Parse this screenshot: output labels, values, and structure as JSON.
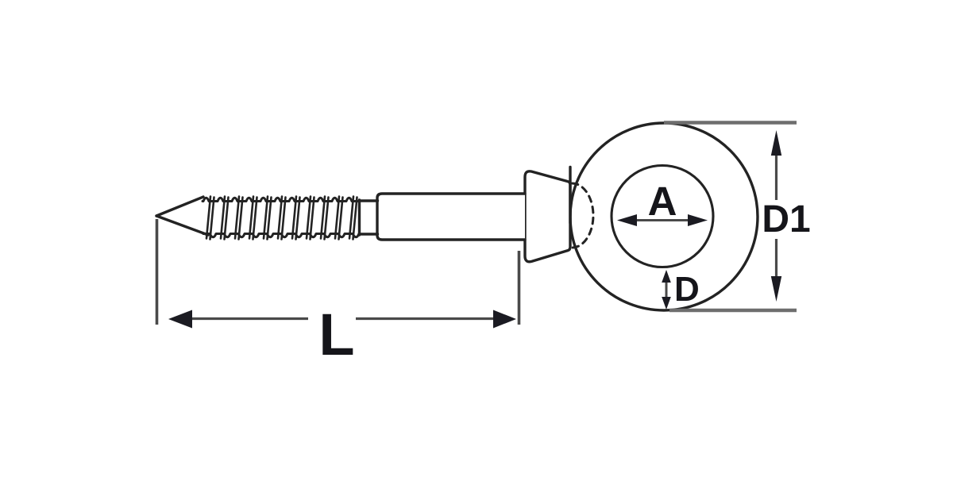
{
  "labels": {
    "eye_inner_diameter": "A",
    "ring_section_diameter": "D",
    "eye_outer_diameter": "D1",
    "overall_length": "L"
  },
  "colors": {
    "background": "#ffffff",
    "part_outline": "#232323",
    "part_fill": "#ffffff",
    "dimension_line": "#4a4a4a",
    "extension_line": "#6e6e6e",
    "arrowhead": "#1b1b22",
    "label_text": "#15151a"
  }
}
